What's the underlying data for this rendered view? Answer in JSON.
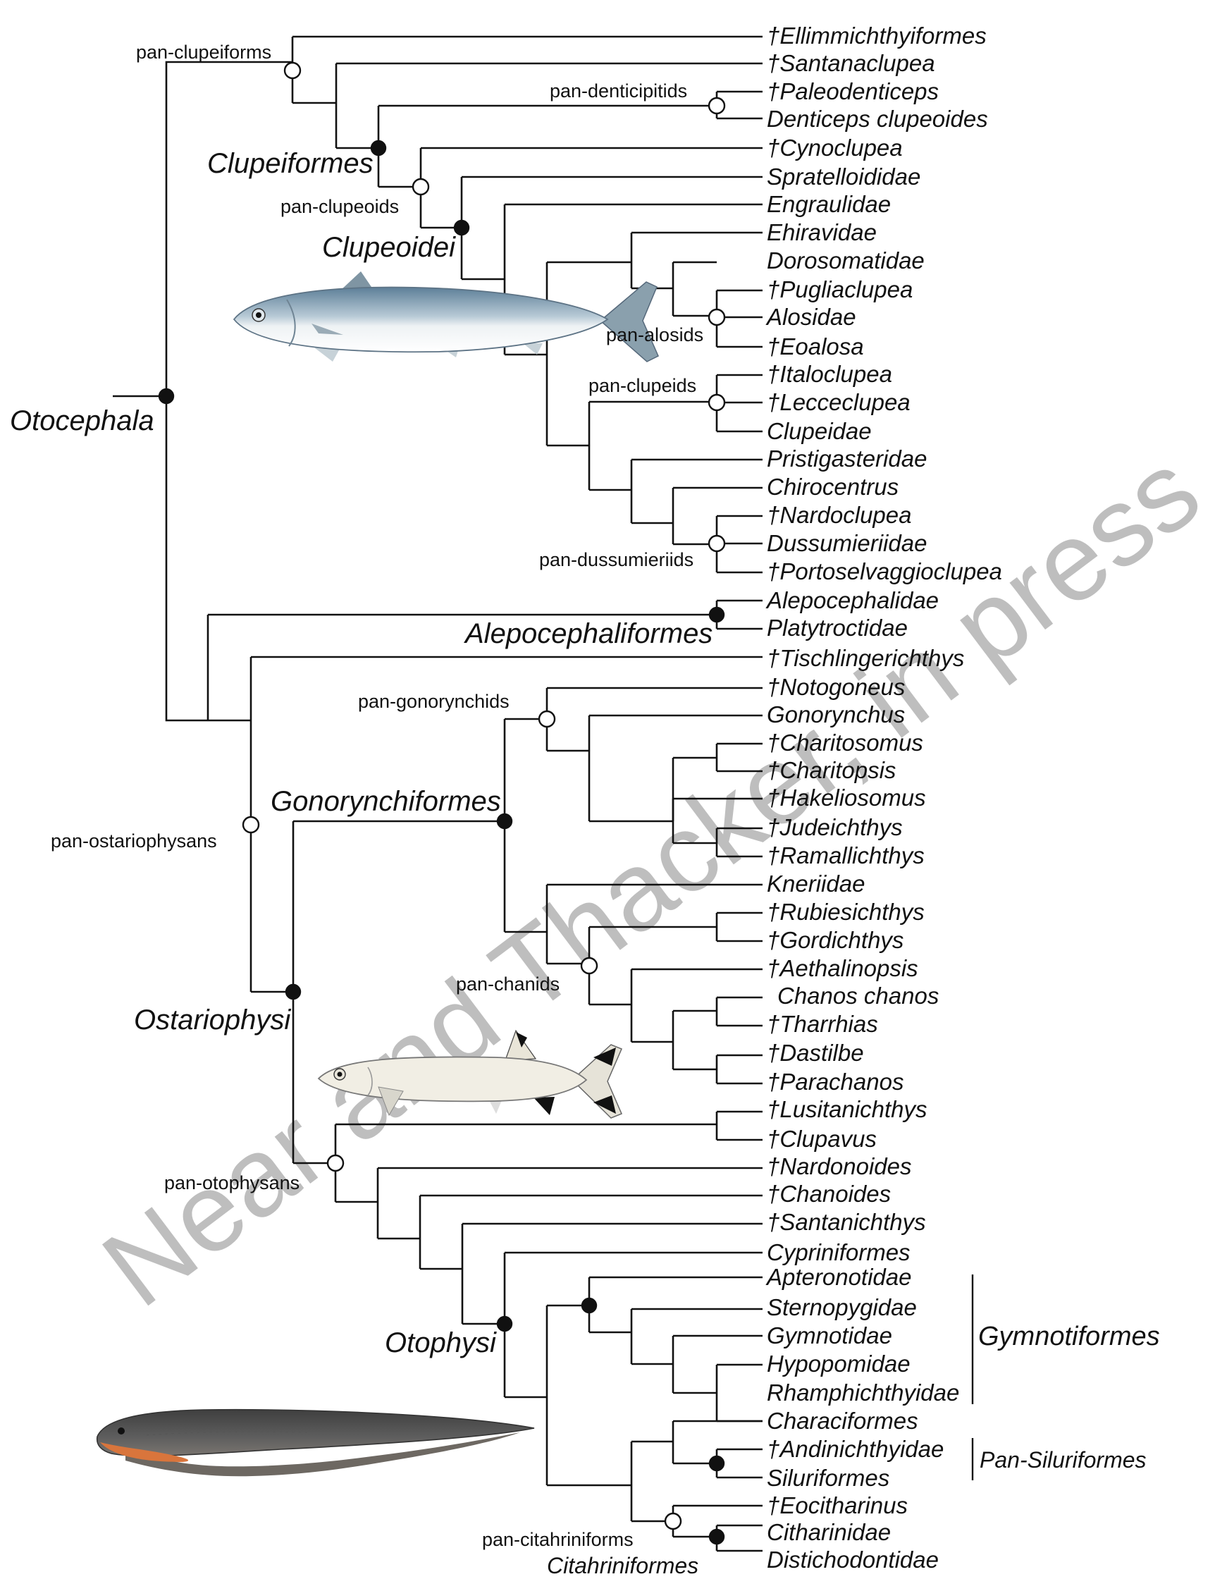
{
  "taxa": [
    "†Ellimmichthyiformes",
    "†Santanaclupea",
    "†Paleodenticeps",
    "Denticeps clupeoides",
    "†Cynoclupea",
    "Spratelloididae",
    "Engraulidae",
    "Ehiravidae",
    "Dorosomatidae",
    "†Pugliaclupea",
    "Alosidae",
    "†Eoalosa",
    "†Italoclupea",
    "†Lecceclupea",
    "Clupeidae",
    "Pristigasteridae",
    "Chirocentrus",
    "†Nardoclupea",
    "Dussumieriidae",
    "†Portoselvaggioclupea",
    "Alepocephalidae",
    "Platytroctidae",
    "†Tischlingerichthys",
    "†Notogoneus",
    "Gonorynchus",
    "†Charitosomus",
    "†Charitopsis",
    "†Hakeliosomus",
    "†Judeichthys",
    "†Ramallichthys",
    "Kneriidae",
    "†Rubiesichthys",
    "†Gordichthys",
    "†Aethalinopsis",
    "Chanos chanos",
    "†Tharrhias",
    "†Dastilbe",
    "†Parachanos",
    "†Lusitanichthys",
    "†Clupavus",
    "†Nardonoides",
    "†Chanoides",
    "†Santanichthys",
    "Cypriniformes",
    "Apteronotidae",
    "Sternopygidae",
    "Gymnotidae",
    "Hypopomidae",
    "Rhamphichthyidae",
    "Characiformes",
    "†Andinichthyidae",
    "Siluriformes",
    "†Eocitharinus",
    "Citharinidae",
    "Distichodontidae"
  ],
  "clades": {
    "otocephala": "Otocephala",
    "clupeiformes": "Clupeiformes",
    "clupeoidei": "Clupeoidei",
    "alepocephaliformes": "Alepocephaliformes",
    "gonorynchiformes": "Gonorynchiformes",
    "ostariophysi": "Ostariophysi",
    "otophysi": "Otophysi",
    "citahriniformes": "Citahriniformes",
    "gymnotiformes": "Gymnotiformes",
    "pan_siluriformes": "Pan-Siluriformes"
  },
  "pan_labels": {
    "pan_clupeiforms": "pan-clupeiforms",
    "pan_denticipitids": "pan-denticipitids",
    "pan_clupeoids": "pan-clupeoids",
    "pan_alosids": "pan-alosids",
    "pan_clupeids": "pan-clupeids",
    "pan_dussumieriids": "pan-dussumieriids",
    "pan_gonorynchids": "pan-gonorynchids",
    "pan_ostariophysans": "pan-ostariophysans",
    "pan_chanids": "pan-chanids",
    "pan_otophysans": "pan-otophysans",
    "pan_citahriniforms": "pan-citahriniforms"
  },
  "watermark": "Near and Thacker, in press",
  "illustrations": [
    "herring-illustration",
    "milkfish-illustration",
    "knifefish-illustration"
  ],
  "colors": {
    "line": "#111111",
    "node_filled": "#111111",
    "node_open": "#ffffff",
    "watermark": "#a8a8a8"
  }
}
